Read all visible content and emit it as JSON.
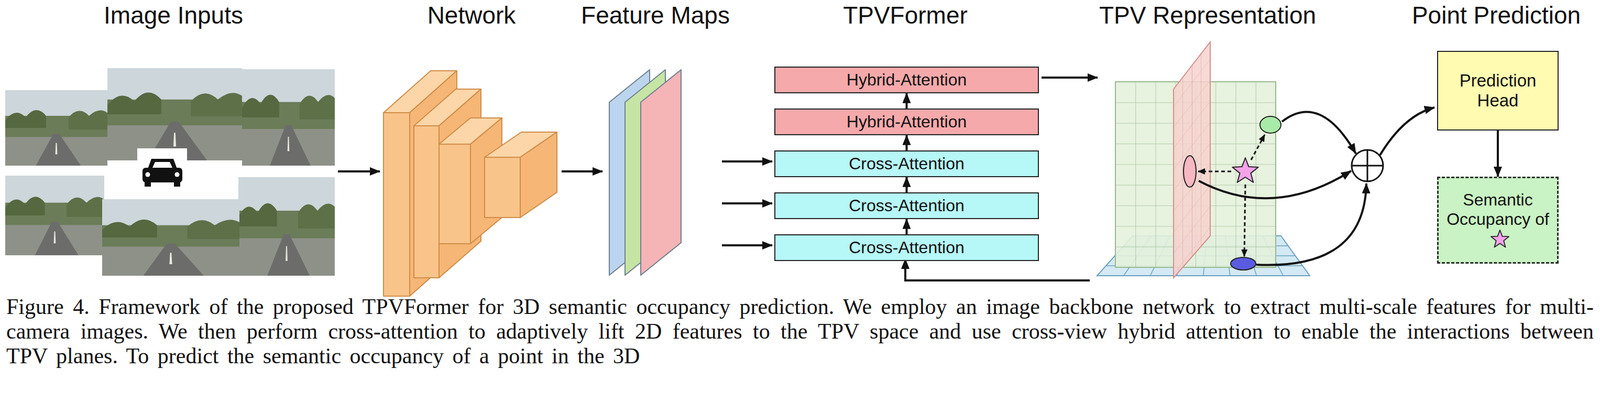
{
  "diagram": {
    "caption": "Figure 4. Framework of the proposed TPVFormer for 3D semantic occupancy prediction. We employ an image backbone network to extract multi-scale features for multi-camera images. We then perform cross-attention to adaptively lift 2D features to the TPV space and use cross-view hybrid attention to enable the interactions between TPV planes. To predict the semantic occupancy of a point in the 3D",
    "nodes": [
      {
        "text": [
          "Hybrid-Attention"
        ]
      },
      {
        "text": [
          "Hybrid-Attention"
        ]
      },
      {
        "text": [
          "Cross-Attention"
        ]
      },
      {
        "text": [
          "Cross-Attention"
        ]
      },
      {
        "text": [
          "Cross-Attention"
        ]
      },
      {
        "text": [
          "Prediction Head"
        ]
      },
      {
        "text": [
          "Semantic Occupancy of"
        ]
      }
    ],
    "edges": [
      {
        "from": 4,
        "to": 3,
        "arrow": "to"
      },
      {
        "from": 3,
        "to": 2,
        "arrow": "to"
      },
      {
        "from": 2,
        "to": 1,
        "arrow": "to"
      },
      {
        "from": 1,
        "to": 0,
        "arrow": "to"
      },
      {
        "from": 5,
        "to": 6,
        "arrow": "to"
      }
    ],
    "labels": [
      "Image Inputs",
      "Network",
      "Feature Maps",
      "TPVFormer",
      "TPV Representation",
      "Point Prediction"
    ]
  }
}
